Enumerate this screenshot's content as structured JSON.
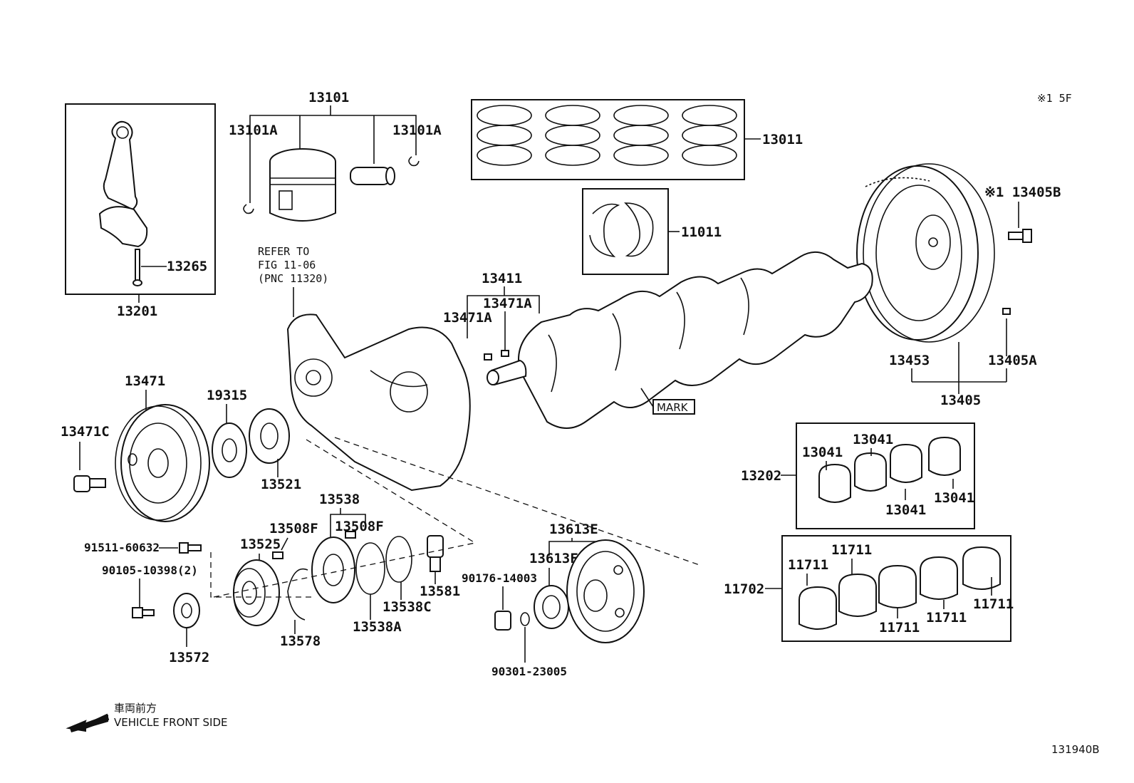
{
  "labels": {
    "note_1": "※1 5F",
    "p13101": "13101",
    "p13101a_left": "13101A",
    "p13101a_right": "13101A",
    "p13011": "13011",
    "p11011": "11011",
    "p13265": "13265",
    "p13201": "13201",
    "refer_line1": "REFER TO",
    "refer_line2": "FIG 11-06",
    "refer_line3": "(PNC 11320)",
    "p13411": "13411",
    "p13471a_right": "13471A",
    "p13471a_left": "13471A",
    "mark": "MARK",
    "p13405b": "※1 13405B",
    "p13453": "13453",
    "p13405a": "13405A",
    "p13405": "13405",
    "p13471": "13471",
    "p19315": "19315",
    "p13471c": "13471C",
    "p13521": "13521",
    "p13538": "13538",
    "p13508f_right": "13508F",
    "p13508f_left": "13508F",
    "p13525": "13525",
    "p91511": "91511-60632",
    "p90105": "90105-10398(2)",
    "p13572": "13572",
    "p13578": "13578",
    "p13538a": "13538A",
    "p13538c": "13538C",
    "p13581": "13581",
    "p13613e": "13613E",
    "p13613f": "13613F",
    "p90176": "90176-14003",
    "p90301": "90301-23005",
    "p13202": "13202",
    "p13041_a": "13041",
    "p13041_b": "13041",
    "p13041_c": "13041",
    "p13041_d": "13041",
    "p11702": "11702",
    "p11711_a": "11711",
    "p11711_b": "11711",
    "p11711_c": "11711",
    "p11711_d": "11711",
    "p11711_e": "11711",
    "front_jp": "車両前方",
    "front_en": "VEHICLE FRONT SIDE",
    "figure_id": "131940B"
  }
}
